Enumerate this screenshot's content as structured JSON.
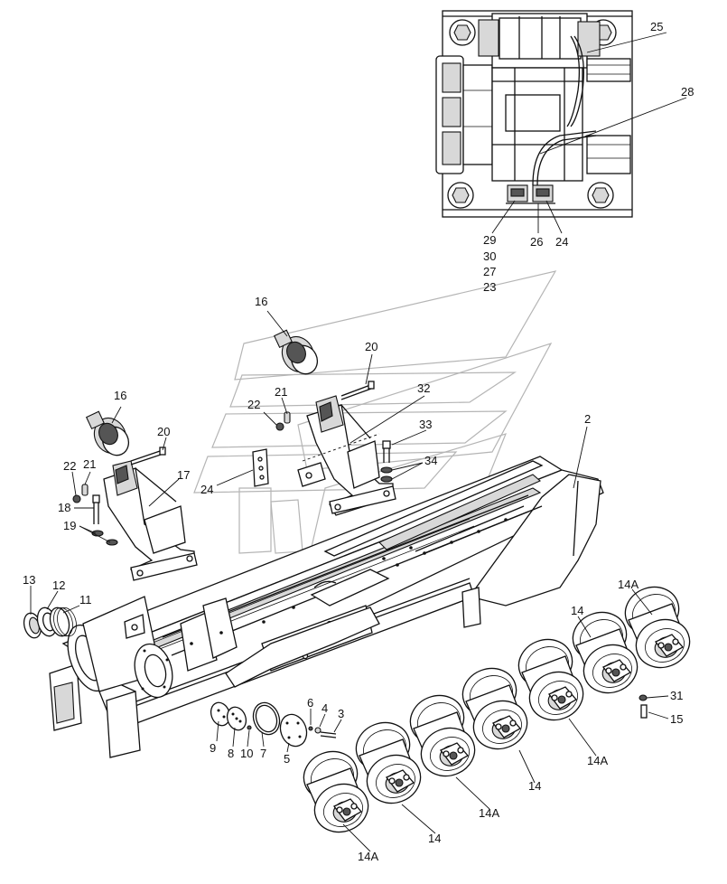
{
  "callouts": {
    "c25": "25",
    "c28": "28",
    "c29": "29",
    "c30": "30",
    "c27": "27",
    "c23": "23",
    "c26": "26",
    "c24_inset": "24",
    "c16_right": "16",
    "c20_right": "20",
    "c21_right": "21",
    "c22_right": "22",
    "c32": "32",
    "c33": "33",
    "c34": "34",
    "c2": "2",
    "c16_left": "16",
    "c20_left": "20",
    "c21_left": "21",
    "c22_left": "22",
    "c17": "17",
    "c18": "18",
    "c19": "19",
    "c24_plate": "24",
    "c13": "13",
    "c12": "12",
    "c11": "11",
    "c14a_top": "14A",
    "c14_top": "14",
    "c31": "31",
    "c15": "15",
    "c14a_mid": "14A",
    "c14_mid": "14",
    "c14a_low": "14A",
    "c14_low": "14",
    "c14a_bottom": "14A",
    "c9": "9",
    "c8": "8",
    "c10": "10",
    "c7": "7",
    "c5": "5",
    "c6": "6",
    "c4": "4",
    "c3": "3"
  }
}
